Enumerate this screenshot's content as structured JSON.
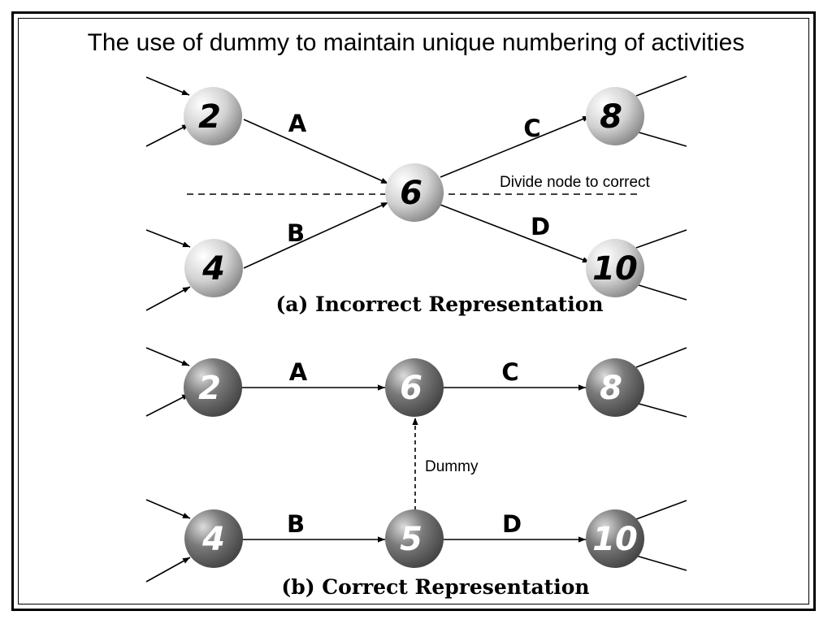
{
  "title": "The use of dummy to maintain unique numbering of activities",
  "top": {
    "nodes": {
      "n2": "2",
      "n6": "6",
      "n8": "8",
      "n4": "4",
      "n10": "10"
    },
    "edges": {
      "a": "A",
      "b": "B",
      "c": "C",
      "d": "D"
    },
    "note": "Divide node to correct",
    "caption": "(a) Incorrect Representation"
  },
  "bottom": {
    "nodes": {
      "n2": "2",
      "n6": "6",
      "n8": "8",
      "n4": "4",
      "n5": "5",
      "n10": "10"
    },
    "edges": {
      "a": "A",
      "b": "B",
      "c": "C",
      "d": "D"
    },
    "dummy": "Dummy",
    "caption": "(b) Correct Representation"
  },
  "colors": {
    "light_node": "#d0d0d0",
    "dark_node": "#6e6e6e"
  }
}
